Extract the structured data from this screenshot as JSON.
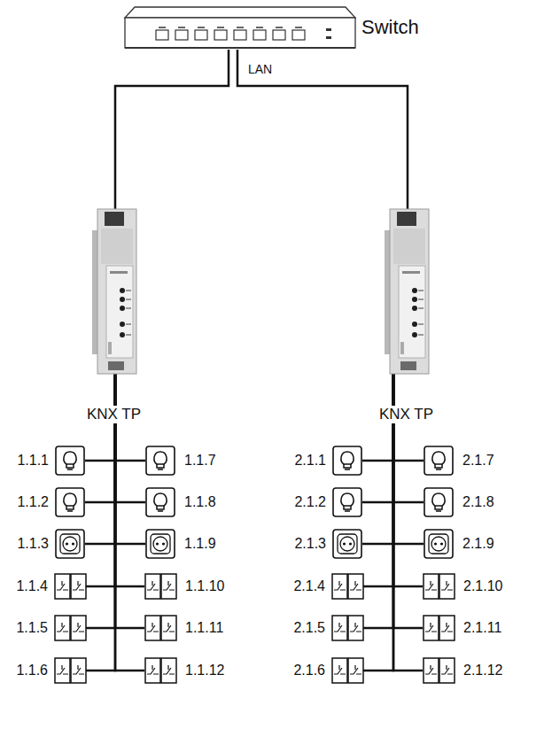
{
  "diagram": {
    "nodes": [
      {
        "text": [
          "Switch"
        ]
      },
      {
        "text": [
          "KNX TP"
        ]
      },
      {
        "text": [
          "KNX TP"
        ]
      },
      {
        "text": [
          "1.1.1"
        ]
      },
      {
        "text": [
          "1.1.2"
        ]
      },
      {
        "text": [
          "1.1.3"
        ]
      },
      {
        "text": [
          "1.1.4"
        ]
      },
      {
        "text": [
          "1.1.5"
        ]
      },
      {
        "text": [
          "1.1.6"
        ]
      },
      {
        "text": [
          "1.1.7"
        ]
      },
      {
        "text": [
          "1.1.8"
        ]
      },
      {
        "text": [
          "1.1.9"
        ]
      },
      {
        "text": [
          "1.1.10"
        ]
      },
      {
        "text": [
          "1.1.11"
        ]
      },
      {
        "text": [
          "1.1.12"
        ]
      },
      {
        "text": [
          "2.1.1"
        ]
      },
      {
        "text": [
          "2.1.2"
        ]
      },
      {
        "text": [
          "2.1.3"
        ]
      },
      {
        "text": [
          "2.1.4"
        ]
      },
      {
        "text": [
          "2.1.5"
        ]
      },
      {
        "text": [
          "2.1.6"
        ]
      },
      {
        "text": [
          "2.1.7"
        ]
      },
      {
        "text": [
          "2.1.8"
        ]
      },
      {
        "text": [
          "2.1.9"
        ]
      },
      {
        "text": [
          "2.1.10"
        ]
      },
      {
        "text": [
          "2.1.11"
        ]
      },
      {
        "text": [
          "2.1.12"
        ]
      }
    ],
    "edges": [
      {
        "from": 0,
        "to": 1,
        "arrow": "none"
      },
      {
        "from": 0,
        "to": 2,
        "arrow": "none"
      },
      {
        "from": 1,
        "to": 3,
        "arrow": "none"
      },
      {
        "from": 1,
        "to": 4,
        "arrow": "none"
      },
      {
        "from": 1,
        "to": 5,
        "arrow": "none"
      },
      {
        "from": 1,
        "to": 6,
        "arrow": "none"
      },
      {
        "from": 1,
        "to": 7,
        "arrow": "none"
      },
      {
        "from": 1,
        "to": 8,
        "arrow": "none"
      },
      {
        "from": 1,
        "to": 9,
        "arrow": "none"
      },
      {
        "from": 1,
        "to": 10,
        "arrow": "none"
      },
      {
        "from": 1,
        "to": 11,
        "arrow": "none"
      },
      {
        "from": 1,
        "to": 12,
        "arrow": "none"
      },
      {
        "from": 1,
        "to": 13,
        "arrow": "none"
      },
      {
        "from": 1,
        "to": 14,
        "arrow": "none"
      },
      {
        "from": 2,
        "to": 15,
        "arrow": "none"
      },
      {
        "from": 2,
        "to": 16,
        "arrow": "none"
      },
      {
        "from": 2,
        "to": 17,
        "arrow": "none"
      },
      {
        "from": 2,
        "to": 18,
        "arrow": "none"
      },
      {
        "from": 2,
        "to": 19,
        "arrow": "none"
      },
      {
        "from": 2,
        "to": 20,
        "arrow": "none"
      },
      {
        "from": 2,
        "to": 21,
        "arrow": "none"
      },
      {
        "from": 2,
        "to": 22,
        "arrow": "none"
      },
      {
        "from": 2,
        "to": 23,
        "arrow": "none"
      },
      {
        "from": 2,
        "to": 24,
        "arrow": "none"
      },
      {
        "from": 2,
        "to": 25,
        "arrow": "none"
      },
      {
        "from": 2,
        "to": 26,
        "arrow": "none"
      }
    ],
    "labels": [
      "LAN"
    ]
  }
}
